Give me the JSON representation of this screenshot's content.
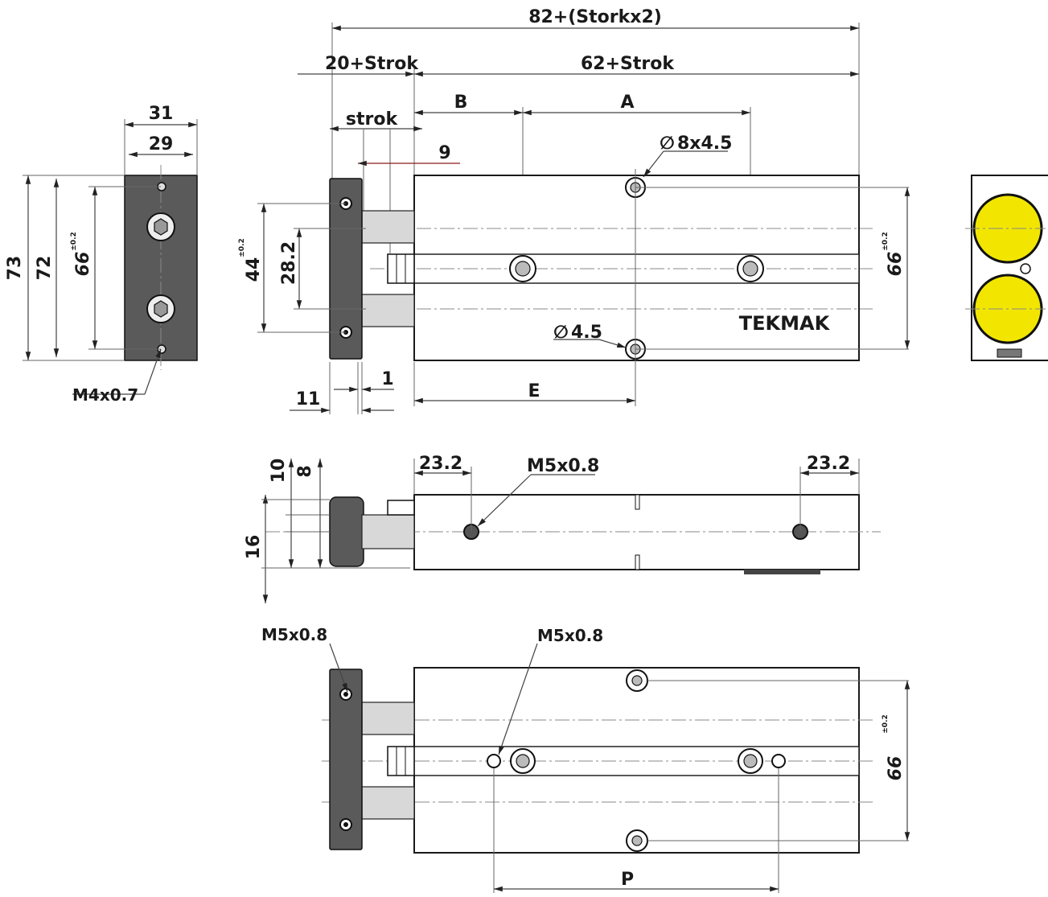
{
  "dimensions": {
    "total_length": "82+(Storkx2)",
    "front_length": "20+Strok",
    "body_length": "62+Strok",
    "dim_b": "B",
    "dim_a": "A",
    "dim_e": "E",
    "dim_p": "P",
    "stroke": "strok",
    "nine": "9",
    "eleven": "11",
    "one": "1",
    "pocket_hole": "8x4.5",
    "thru_hole": "4.5",
    "diameter_symbol": "∅",
    "height_44": "44",
    "height_282": "28.2",
    "height_66": "66",
    "tol_02": "±0.2",
    "end_width_31": "31",
    "end_width_29": "29",
    "end_h_73": "73",
    "end_h_72": "72",
    "end_thread": "M4x0.7",
    "side_232_left": "23.2",
    "side_232_right": "23.2",
    "side_thread": "M5x0.8",
    "side_10": "10",
    "side_8": "8",
    "side_16": "16",
    "bottom_thread_left": "M5x0.8",
    "bottom_thread_mid": "M5x0.8"
  },
  "brand": "TEKMAK",
  "colors": {
    "port_yellow": "#f2e600",
    "plate_gray": "#5a5a5a",
    "dim_red": "#8b1a1a"
  }
}
